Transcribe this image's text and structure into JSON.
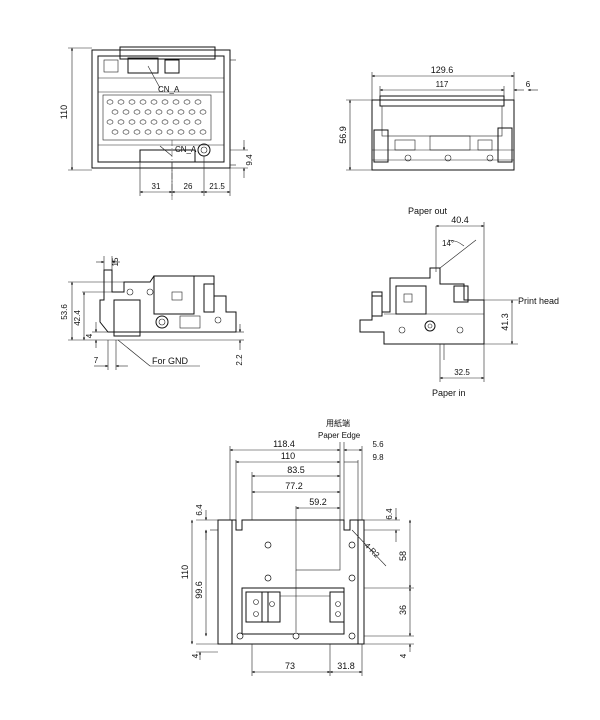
{
  "views": {
    "top_left": {
      "labels": {
        "connector_a_top": "CN_A",
        "connector_a_bottom": "CN_A"
      },
      "dims": {
        "height": "110",
        "right_small": "9.4",
        "bottom_a": "31",
        "bottom_b": "26",
        "bottom_c": "21.5"
      }
    },
    "top_right": {
      "dims": {
        "overall_width": "129.6",
        "inner_width": "117",
        "right_offset": "6",
        "height": "56.9"
      }
    },
    "side_left": {
      "labels": {
        "gnd": "For GND"
      },
      "dims": {
        "top_small": "15",
        "height_total": "53.6",
        "height_mid": "42.4",
        "height_low": "4",
        "bottom_left": "7",
        "bottom_right": "2.2"
      }
    },
    "side_right": {
      "labels": {
        "paper_out": "Paper out",
        "paper_in": "Paper in",
        "print_head": "Print head"
      },
      "dims": {
        "top_width": "40.4",
        "angle": "14°",
        "height": "41.3",
        "bottom": "32.5"
      }
    },
    "mount": {
      "labels": {
        "paper_edge_jp": "用紙端",
        "paper_edge": "Paper Edge",
        "hole_callout": "4-R2"
      },
      "dims": {
        "w1": "118.4",
        "w1_right": "5.6",
        "w2": "110",
        "w2_right": "9.8",
        "w3": "83.5",
        "w4": "77.2",
        "w5": "59.2",
        "left_top": "6.4",
        "left_total": "110",
        "left_mid": "99.6",
        "left_bottom": "4",
        "right_top": "6.4",
        "right_mid": "58",
        "right_low": "36",
        "right_bottom": "4",
        "bottom_a": "73",
        "bottom_b": "31.8"
      }
    }
  }
}
